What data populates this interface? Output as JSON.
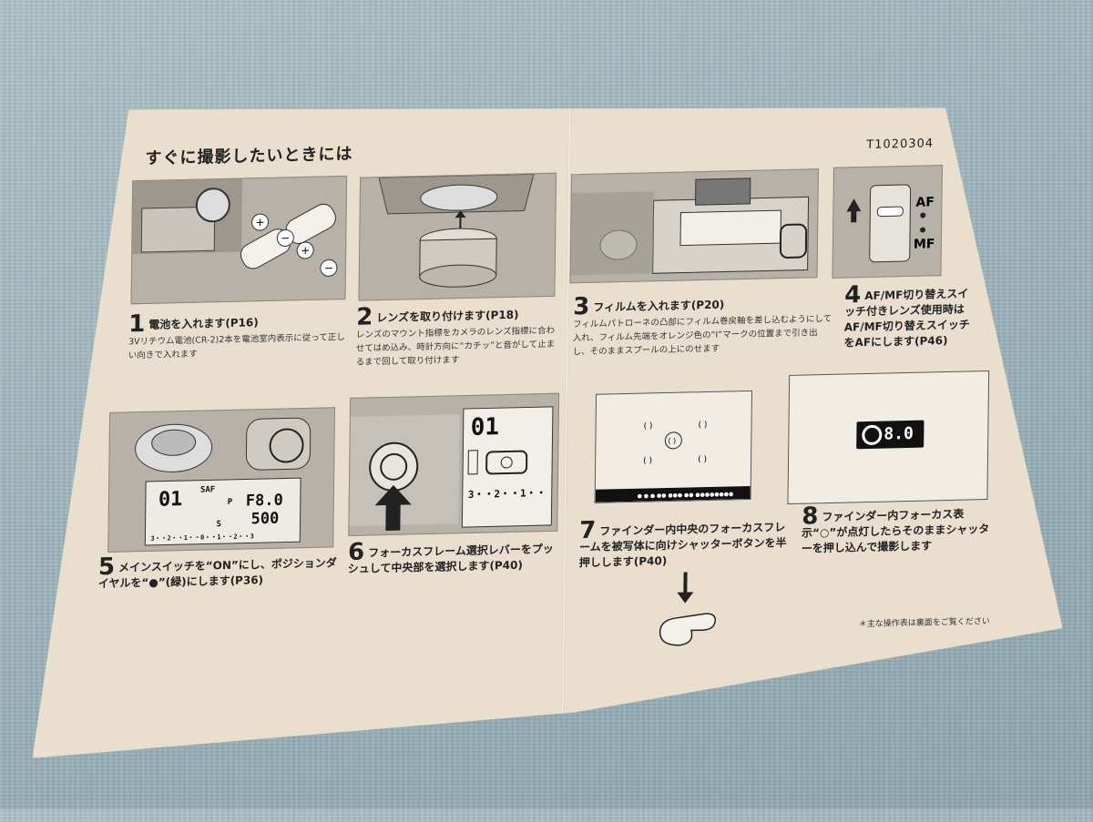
{
  "document": {
    "title": "すぐに撮影したいときには",
    "code": "T1020304",
    "footnote": "＊主な操作表は裏面をご覧ください"
  },
  "steps": [
    {
      "num": "1",
      "head": "電池を入れます(P16)",
      "body": "3Vリチウム電池(CR-2)2本を電池室内表示に従って正しい向きで入れます"
    },
    {
      "num": "2",
      "head": "レンズを取り付けます(P18)",
      "body": "レンズのマウント指標をカメラのレンズ指標に合わせてはめ込み、時計方向に“カチッ”と音がして止まるまで回して取り付けます"
    },
    {
      "num": "3",
      "head": "フィルムを入れます(P20)",
      "body": "フィルムパトローネの凸部にフィルム巻戻軸を差し込むようにして入れ、フィルム先端をオレンジ色の“Ⅰ”マークの位置まで引き出し、そのままスプールの上にのせます"
    },
    {
      "num": "4",
      "head": "AF/MF切り替えスイッチ付きレンズ使用時はAF/MF切り替えスイッチをAFにします(P46)",
      "body": ""
    },
    {
      "num": "5",
      "head": "メインスイッチを“ON”にし、ポジションダイヤルを“●”(緑)にします(P36)",
      "body": ""
    },
    {
      "num": "6",
      "head": "フォーカスフレーム選択レバーをプッシュして中央部を選択します(P40)",
      "body": ""
    },
    {
      "num": "7",
      "head": "ファインダー内中央のフォーカスフレームを被写体に向けシャッターボタンを半押しします(P40)",
      "body": ""
    },
    {
      "num": "8",
      "head": "ファインダー内フォーカス表示“○”が点灯したらそのままシャッターを押し込んで撮影します",
      "body": ""
    }
  ],
  "labels": {
    "af": "AF",
    "mf": "MF",
    "lcd_frame": "01",
    "lcd_aperture": "F8.0",
    "lcd_shutter": "500",
    "lcd_mode": "SAF",
    "lcd_p": "P",
    "lcd_s": "S",
    "lcd_scale": "3・・2・・1・・0・・1・・2・・3",
    "lcd6_frame": "01",
    "lcd6_scale": "3・・2・・1・・",
    "finder_value": "8.0",
    "plus": "+",
    "minus": "−"
  },
  "colors": {
    "paper": "#eadfcf",
    "panel_gray": "#b7b1a8",
    "background": "#9fb4bc"
  }
}
